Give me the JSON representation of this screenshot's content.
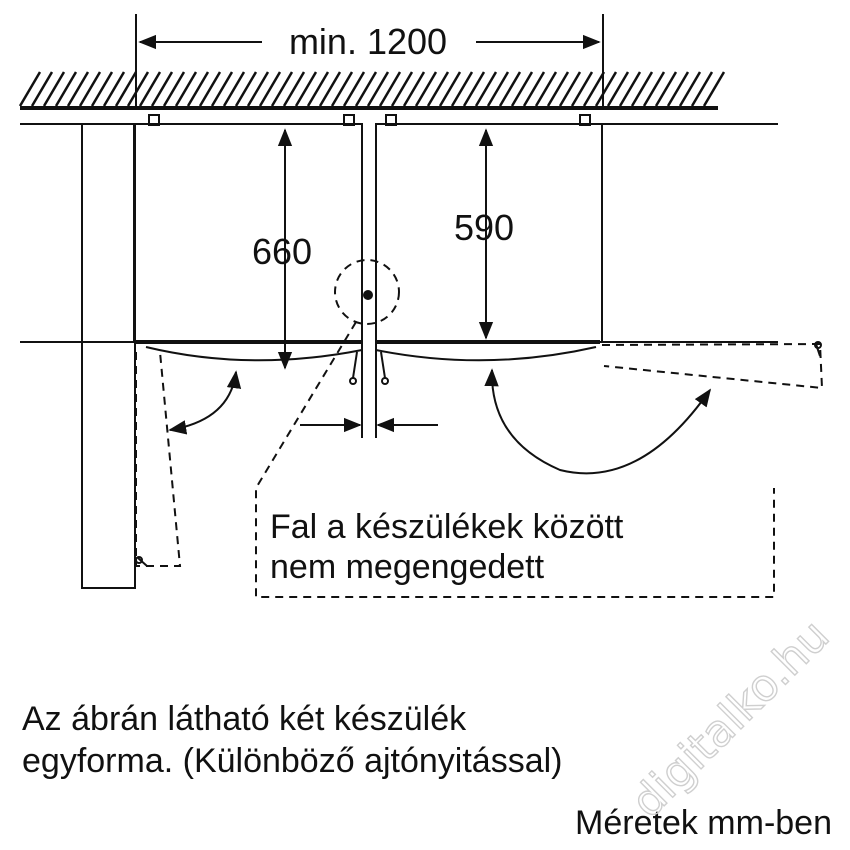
{
  "dimensions": {
    "total_width": "min. 1200",
    "depth_left": "660",
    "depth_right": "590"
  },
  "note": {
    "line1": "Fal a készülékek között",
    "line2": "nem megengedett"
  },
  "description": {
    "line1": "Az ábrán látható két készülék",
    "line2": "egyforma. (Különböző ajtónyitással)",
    "units": "Méretek mm-ben"
  },
  "watermark": "digitalko.hu"
}
